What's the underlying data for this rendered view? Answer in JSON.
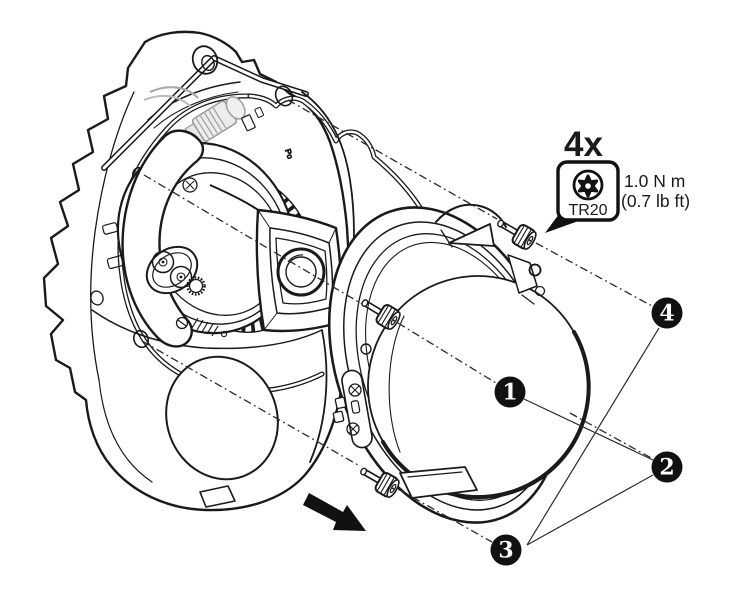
{
  "illustration": {
    "description_labels": {
      "quantity": "4x",
      "bit": "TR20",
      "torque_metric": "1.0 N m",
      "torque_imperial": "(0.7 lb ft)",
      "board_text": "Po"
    },
    "callouts": [
      {
        "label": "1"
      },
      {
        "label": "2"
      },
      {
        "label": "3"
      },
      {
        "label": "4"
      }
    ],
    "colors": {
      "ink": "#1a1a1a",
      "background": "#ffffff",
      "callout_fill": "#111111",
      "callout_text": "#ffffff",
      "gray_part": "#999999"
    }
  }
}
